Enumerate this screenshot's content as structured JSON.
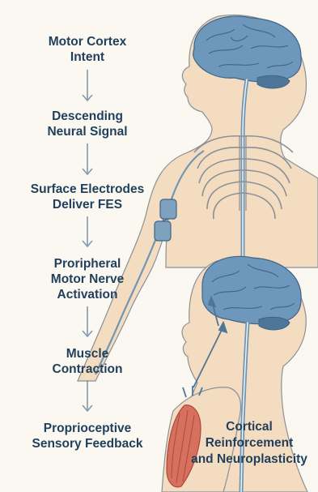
{
  "steps": [
    {
      "line1": "Motor Cortex",
      "line2": "Intent"
    },
    {
      "line1": "Descending",
      "line2": "Neural Signal"
    },
    {
      "line1": "Surface Electrodes",
      "line2": "Deliver FES"
    },
    {
      "line1": "Proripheral",
      "line2": "Motor Nerve",
      "line3": "Activation"
    },
    {
      "line1": "Muscle",
      "line2": "Contraction"
    },
    {
      "line1": "Proprioceptive",
      "line2": "Sensory Feedback"
    }
  ],
  "caption": {
    "line1": "Cortical",
    "line2": "Reinforcement",
    "line3": "and Neuroplasticity"
  },
  "colors": {
    "text": "#1f3f5c",
    "arrow": "#7f9ab0",
    "skin": "#f4dcc0",
    "skin_outline": "#8a9098",
    "brain": "#6e97bc",
    "brain_dark": "#4e7699",
    "nerve": "#6f95b4",
    "electrode": "#7ea2bd",
    "muscle": "#d7705e"
  }
}
